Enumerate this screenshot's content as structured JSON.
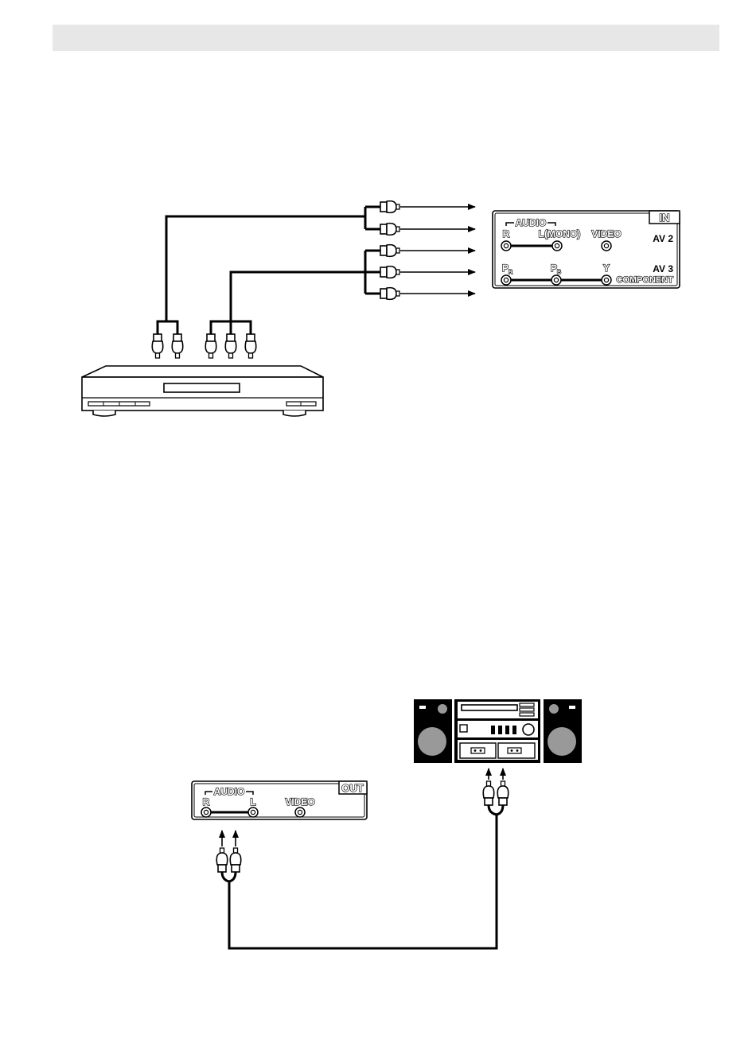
{
  "av_panel": {
    "in_label": "IN",
    "audio_label": "AUDIO",
    "r_label": "R",
    "l_mono_label": "L(MONO)",
    "video_label": "VIDEO",
    "av2_label": "AV 2",
    "pr_main": "P",
    "pr_sub": "R",
    "pb_main": "P",
    "pb_sub": "B",
    "y_label": "Y",
    "av3_label": "AV 3",
    "component_label": "COMPONENT"
  },
  "out_panel": {
    "out_label": "OUT",
    "audio_label": "AUDIO",
    "r_label": "R",
    "l_label": "L",
    "video_label": "VIDEO"
  },
  "colors": {
    "header_bar": "#e7e7e7",
    "speaker_cone": "#999999",
    "speaker_body": "#000000"
  }
}
